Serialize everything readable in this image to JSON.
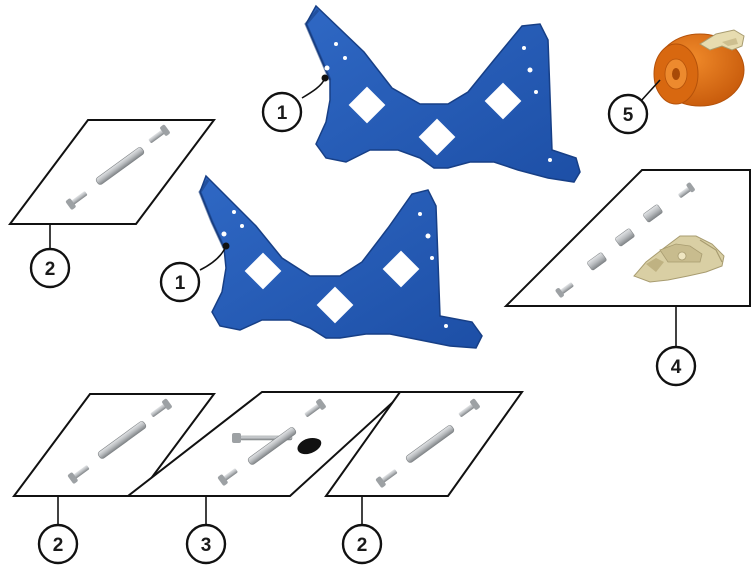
{
  "callouts": {
    "plate_top": "1",
    "plate_bottom": "1",
    "rod_kit_upper_left": "2",
    "rod_kit_bottom_left": "2",
    "pin_kit_bottom_center": "3",
    "rod_kit_bottom_right": "2",
    "ratchet_kit": "4",
    "strap_roll": "5"
  },
  "colors": {
    "plate": "#2258b3",
    "plate_edge": "#173f86",
    "hardware": "#b9bcbf",
    "hardware_dark": "#8c9093",
    "strap": "#e06f12",
    "strap_dark": "#b5520a",
    "ratchet": "#d9cfa4",
    "line": "#111111"
  }
}
